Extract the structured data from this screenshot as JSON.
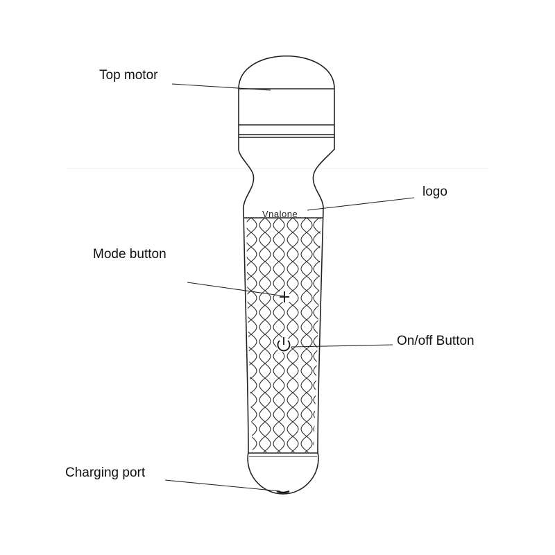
{
  "diagram": {
    "labels": {
      "top_motor": "Top motor",
      "logo": "logo",
      "mode_button": "Mode button",
      "on_off_button": "On/off Button",
      "charging_port": "Charging port"
    },
    "logo_text": "Vnalone"
  }
}
